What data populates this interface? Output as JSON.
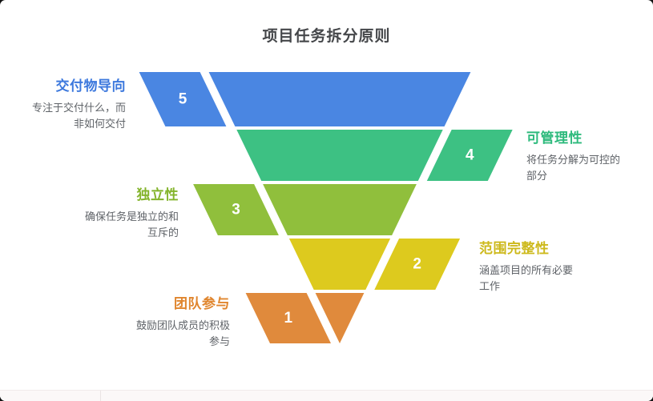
{
  "page": {
    "title": "项目任务拆分原则"
  },
  "funnel": {
    "type": "funnel",
    "number_color": "#ffffff",
    "description_color": "#5f6368",
    "levels": [
      {
        "number": "5",
        "side": "left",
        "color": "#4a86e2",
        "label": "交付物导向",
        "label_color": "#3c78dd",
        "description": "专注于交付什么，而\n非如何交付"
      },
      {
        "number": "4",
        "side": "right",
        "color": "#3dc183",
        "label": "可管理性",
        "label_color": "#2eba7d",
        "description": "将任务分解为可控的\n部分"
      },
      {
        "number": "3",
        "side": "left",
        "color": "#90bf3c",
        "label": "独立性",
        "label_color": "#84b42c",
        "description": "确保任务是独立的和\n互斥的"
      },
      {
        "number": "2",
        "side": "right",
        "color": "#ddca1e",
        "label": "范围完整性",
        "label_color": "#cdb91b",
        "description": "涵盖项目的所有必要\n工作"
      },
      {
        "number": "1",
        "side": "left",
        "color": "#e08a3c",
        "label": "团队参与",
        "label_color": "#e0862f",
        "description": "鼓励团队成员的积极\n参与"
      }
    ]
  }
}
